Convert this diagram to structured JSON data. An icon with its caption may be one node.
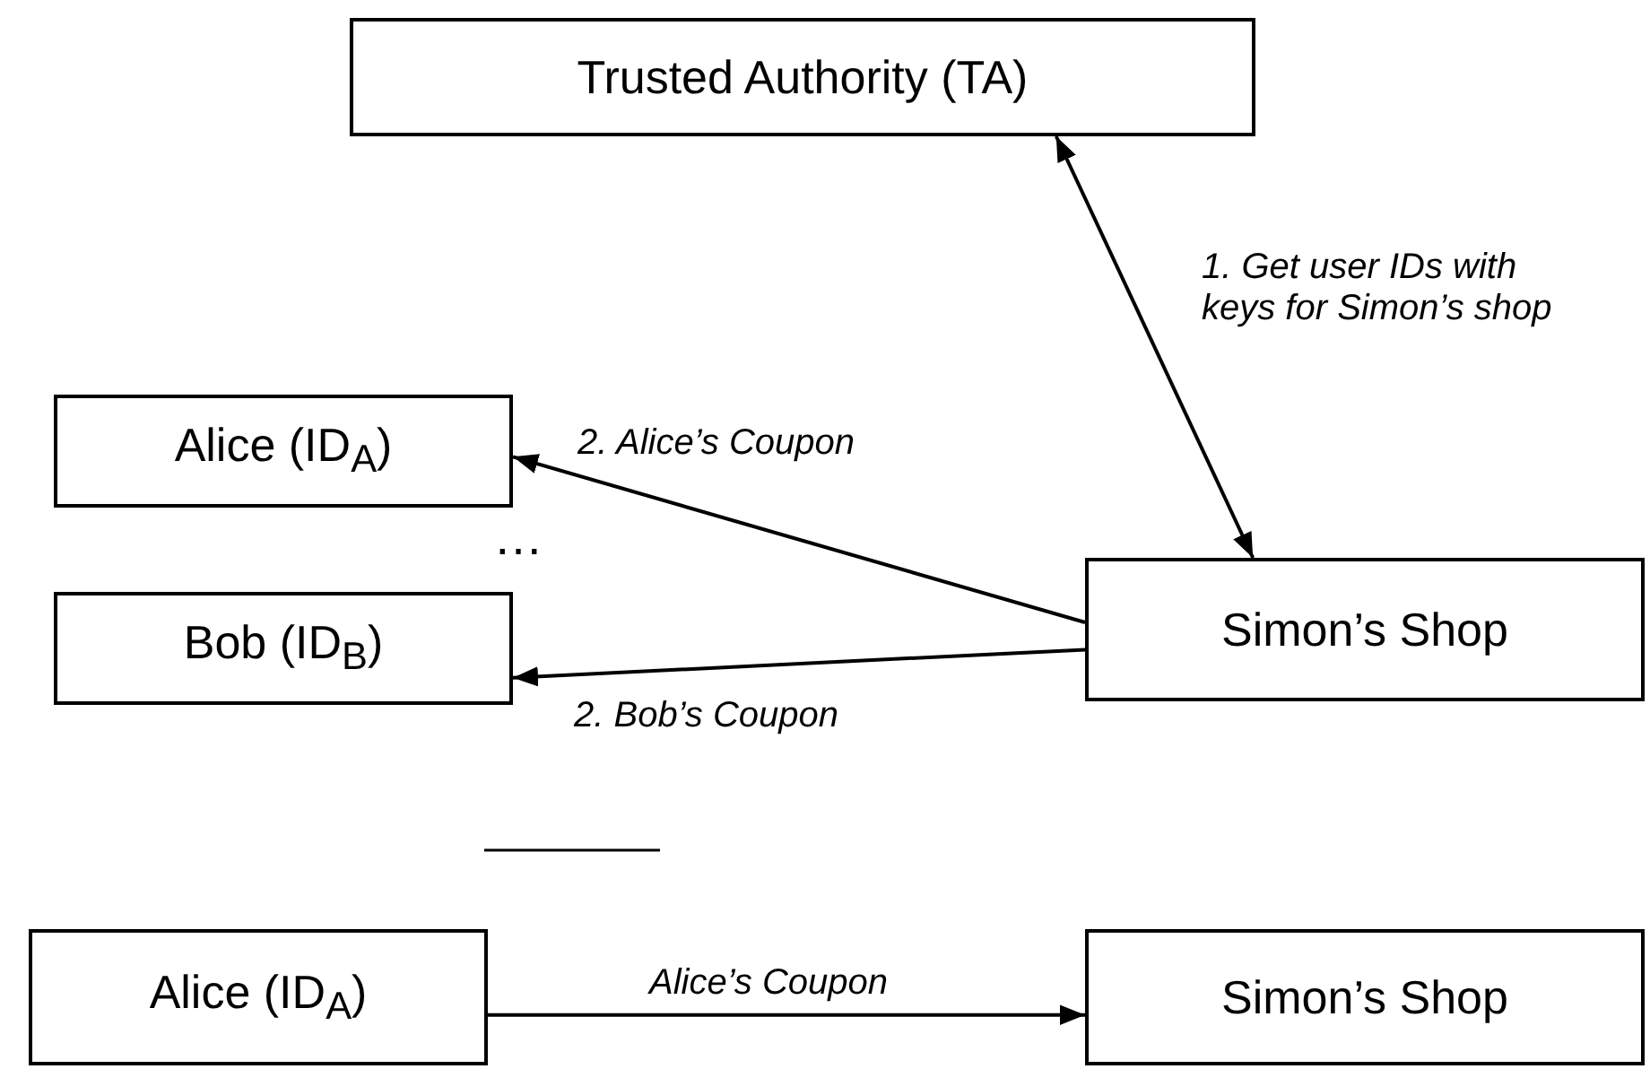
{
  "diagram": {
    "nodes": [
      {
        "text": [
          "Trusted Authority (TA)"
        ]
      },
      {
        "text": [
          "Alice (ID$_{A}$)"
        ]
      },
      {
        "text": [
          "Bob (ID$_{B}$)"
        ]
      },
      {
        "text": [
          "Simon’s Shop"
        ]
      },
      {
        "text": [
          "Alice (ID$_{A}$)"
        ]
      },
      {
        "text": [
          "Simon’s Shop"
        ]
      }
    ],
    "edges": [
      {
        "from": 0,
        "to": 3,
        "arrow": "both",
        "label": "1. Get user IDs with keys for Simon’s shop"
      },
      {
        "from": 3,
        "to": 1,
        "arrow": "to",
        "label": "2. Alice’s Coupon"
      },
      {
        "from": 3,
        "to": 2,
        "arrow": "to",
        "label": "2. Bob’s Coupon"
      },
      {
        "from": 4,
        "to": 5,
        "arrow": "to",
        "label": "Alice’s Coupon"
      }
    ],
    "labels": [
      "…"
    ]
  }
}
